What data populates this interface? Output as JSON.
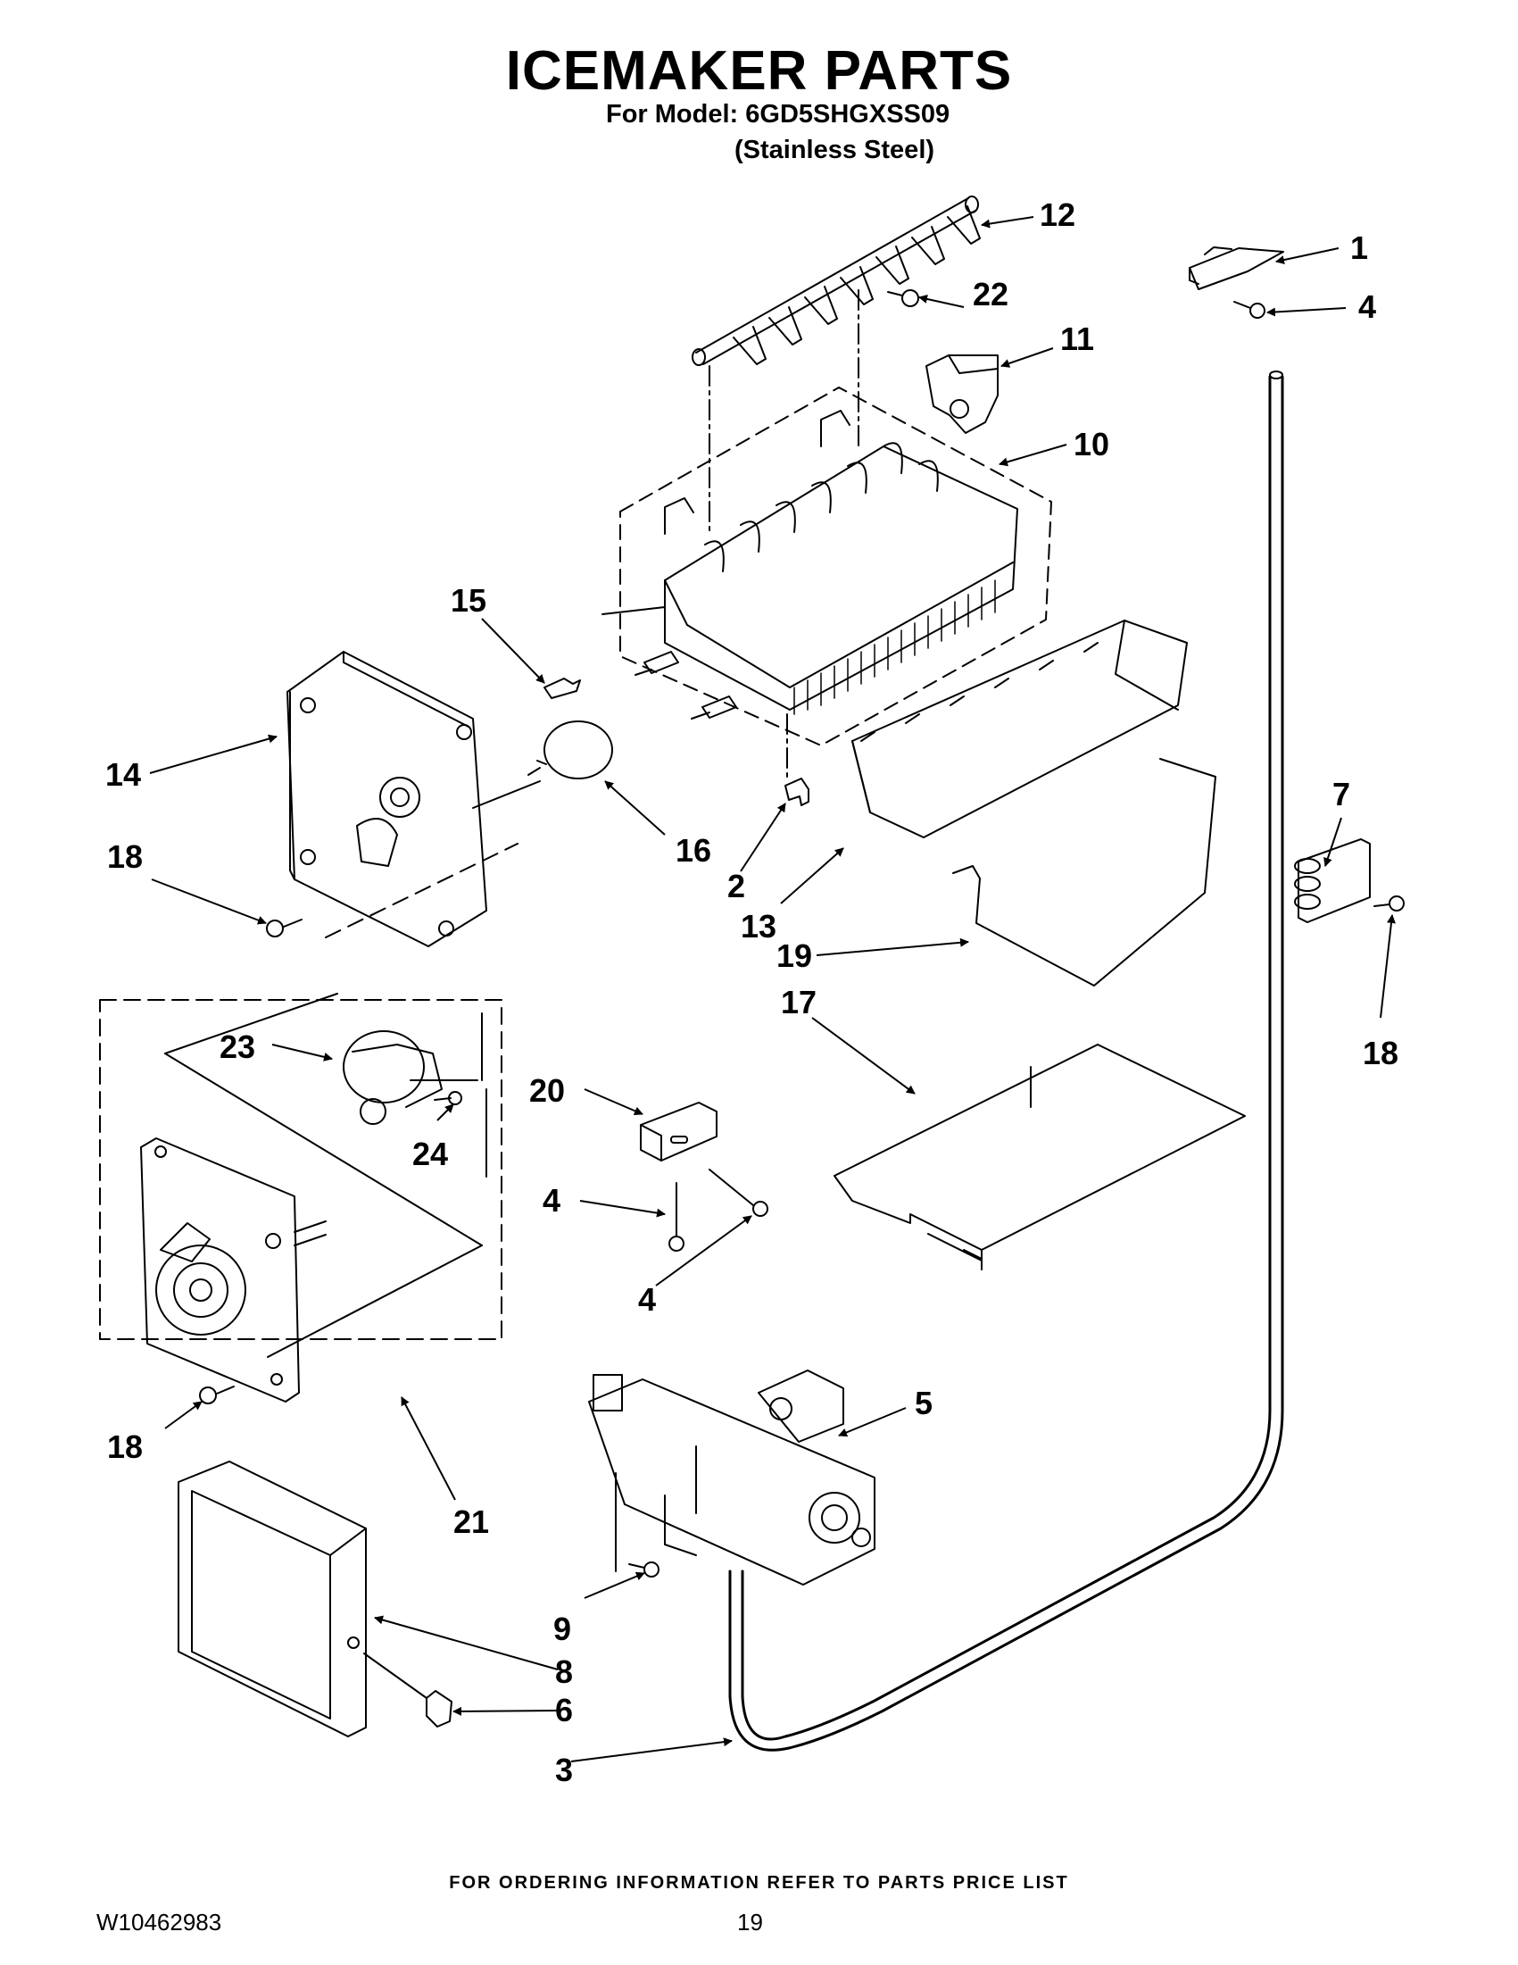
{
  "header": {
    "title": "ICEMAKER PARTS",
    "model_line": "For Model: 6GD5SHGXSS09",
    "finish_line": "(Stainless Steel)"
  },
  "callouts": [
    "1",
    "2",
    "3",
    "4",
    "5",
    "6",
    "7",
    "8",
    "9",
    "10",
    "11",
    "12",
    "13",
    "14",
    "15",
    "16",
    "17",
    "18",
    "19",
    "20",
    "21",
    "22",
    "23",
    "24"
  ],
  "footer": {
    "ordering_note": "FOR ORDERING INFORMATION REFER TO PARTS PRICE LIST",
    "document_number": "W10462983",
    "page_number": "19"
  }
}
